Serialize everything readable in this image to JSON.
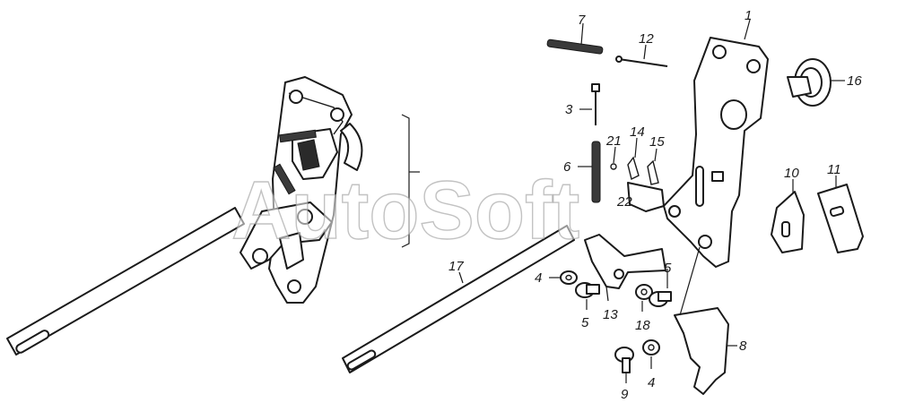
{
  "watermark": {
    "text": "AutoSoft"
  },
  "callouts": {
    "c1": "1",
    "c3": "3",
    "c4a": "4",
    "c4b": "4",
    "c5a": "5",
    "c5b": "5",
    "c6": "6",
    "c7": "7",
    "c8": "8",
    "c9": "9",
    "c10": "10",
    "c11": "11",
    "c12": "12",
    "c13": "13",
    "c14": "14",
    "c15": "15",
    "c16": "16",
    "c17": "17",
    "c18": "18",
    "c21": "21",
    "c22": "22"
  }
}
